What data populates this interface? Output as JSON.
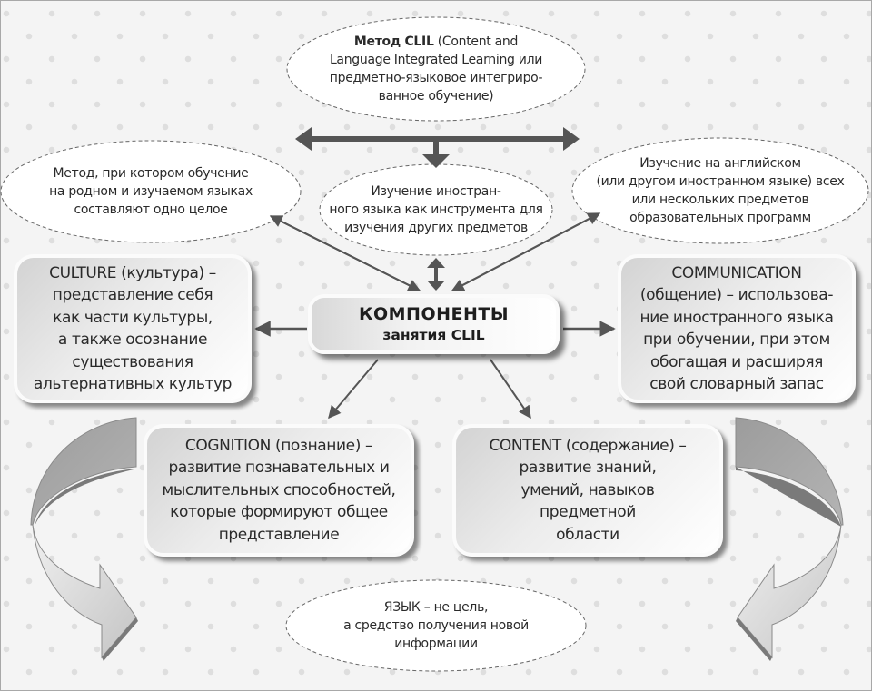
{
  "title": {
    "main": "КОМПОНЕНТЫ",
    "sub": "занятия CLIL"
  },
  "method": {
    "bold": "Метод CLIL",
    "lines": [
      " (Content and",
      "Language Integrated Learning или",
      "предметно-языковое интегриро-",
      "ванное обучение)"
    ]
  },
  "definitions": [
    {
      "id": "native-and-target",
      "lines": [
        "Метод, при котором обучение",
        "на родном и изучаемом языках",
        "составляют одно целое"
      ]
    },
    {
      "id": "language-as-tool",
      "lines": [
        "Изучение иностран-",
        "ного языка как инструмента для",
        "изучения других предметов"
      ]
    },
    {
      "id": "subjects-in-english",
      "lines": [
        "Изучение на английском",
        "(или другом иностранном языке) всех",
        "или нескольких предметов",
        "образовательных программ"
      ]
    }
  ],
  "components": [
    {
      "id": "culture",
      "lines": [
        "CULTURE (культура) –",
        "представление себя",
        "как части культуры,",
        "а также осознание",
        "существования",
        "альтернативных культур"
      ]
    },
    {
      "id": "communication",
      "lines": [
        "COMMUNICATION",
        "(общение) – использова-",
        "ние иностранного языка",
        "при обучении, при этом",
        "обогащая и расширяя",
        "свой словарный запас"
      ]
    },
    {
      "id": "cognition",
      "lines": [
        "COGNITION (познание) –",
        "развитие познавательных и",
        "мыслительных способностей,",
        "которые формируют общее",
        "представление"
      ]
    },
    {
      "id": "content",
      "lines": [
        "CONTENT (содержание) –",
        "развитие знаний,",
        "умений, навыков",
        "предметной",
        "области"
      ]
    }
  ],
  "language_note": {
    "lines": [
      "ЯЗЫК  – не цель,",
      "а средство получения новой",
      "информации"
    ]
  },
  "colors": {
    "arrow": "#555555",
    "background": "#f4f4f4",
    "dots": "#dedede",
    "curved_arrow_dark": "#9a9a9a",
    "curved_arrow_light": "#d8d8d8",
    "border": "#a8a8a8"
  }
}
